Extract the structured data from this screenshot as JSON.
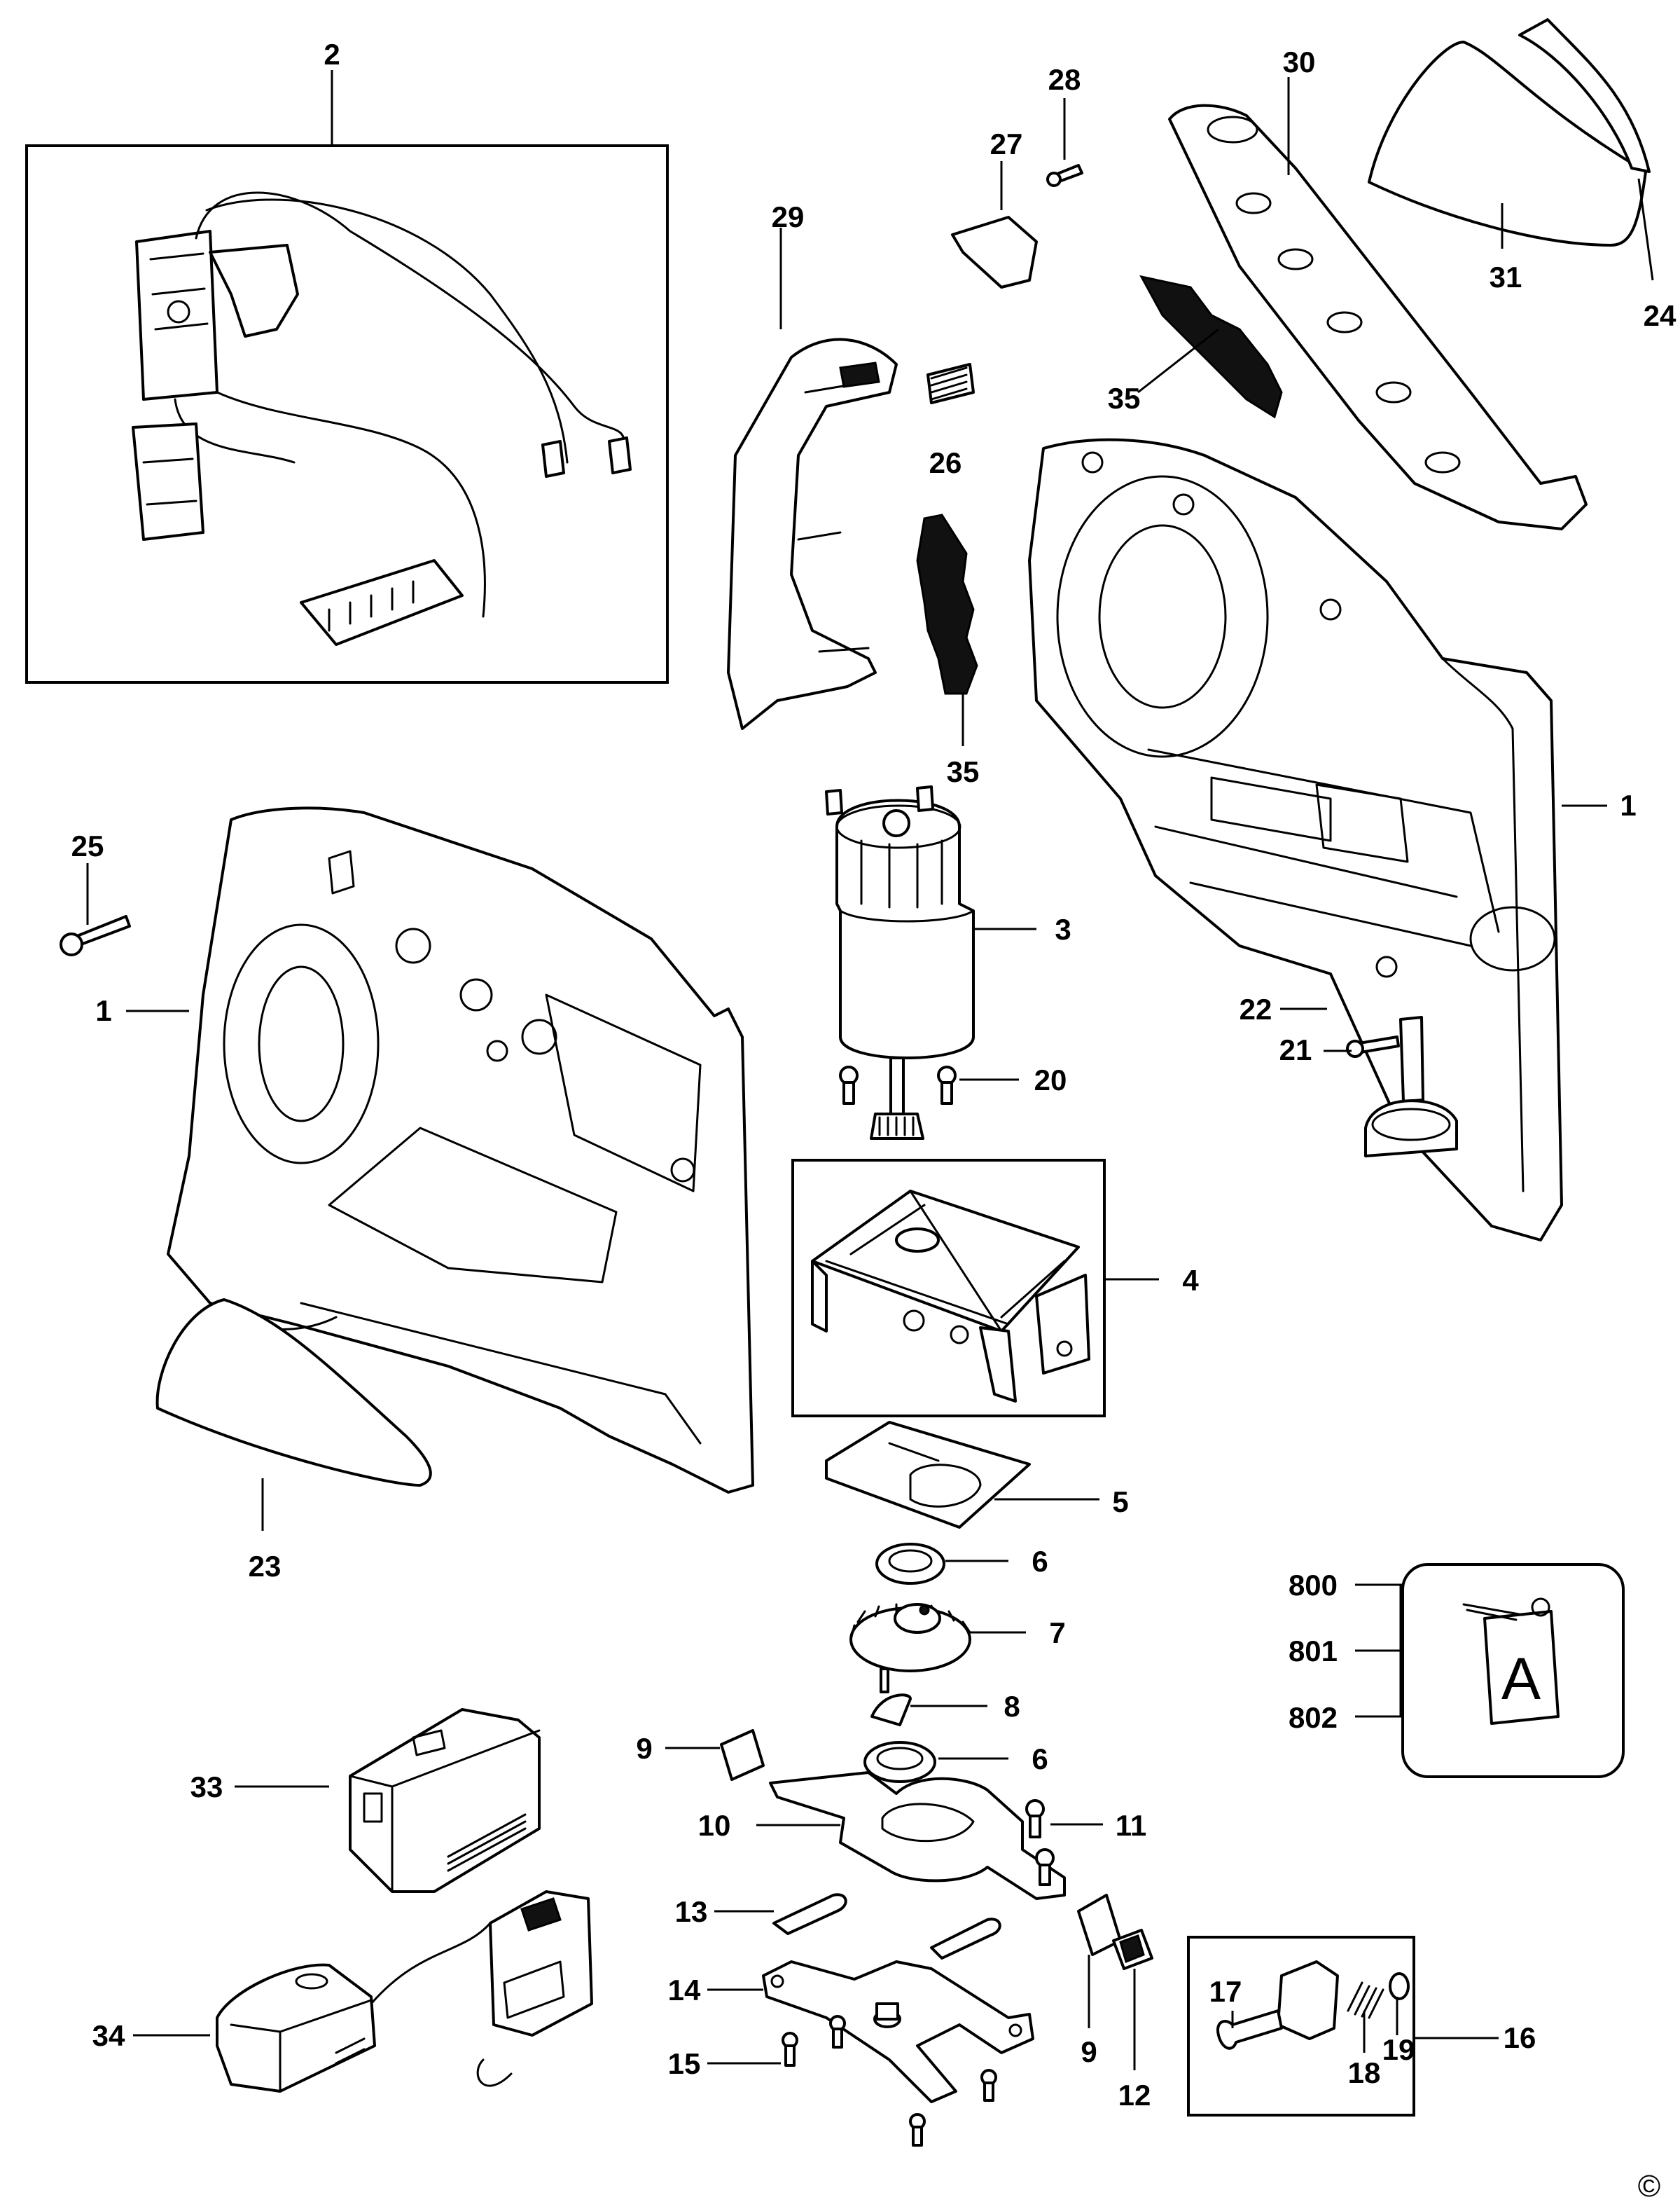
{
  "labels": {
    "l1a": "1",
    "l1b": "1",
    "l2": "2",
    "l3": "3",
    "l4": "4",
    "l5": "5",
    "l6a": "6",
    "l6b": "6",
    "l7": "7",
    "l8": "8",
    "l9a": "9",
    "l9b": "9",
    "l10": "10",
    "l11": "11",
    "l12": "12",
    "l13": "13",
    "l14": "14",
    "l15": "15",
    "l16": "16",
    "l17": "17",
    "l18": "18",
    "l19": "19",
    "l20": "20",
    "l21": "21",
    "l22": "22",
    "l23": "23",
    "l24": "24",
    "l25": "25",
    "l26": "26",
    "l27": "27",
    "l28": "28",
    "l29": "29",
    "l30": "30",
    "l31": "31",
    "l33": "33",
    "l34": "34",
    "l35a": "35",
    "l35b": "35",
    "l800": "800",
    "l801": "801",
    "l802": "802"
  },
  "tag_letter": "A",
  "copyright": "©"
}
